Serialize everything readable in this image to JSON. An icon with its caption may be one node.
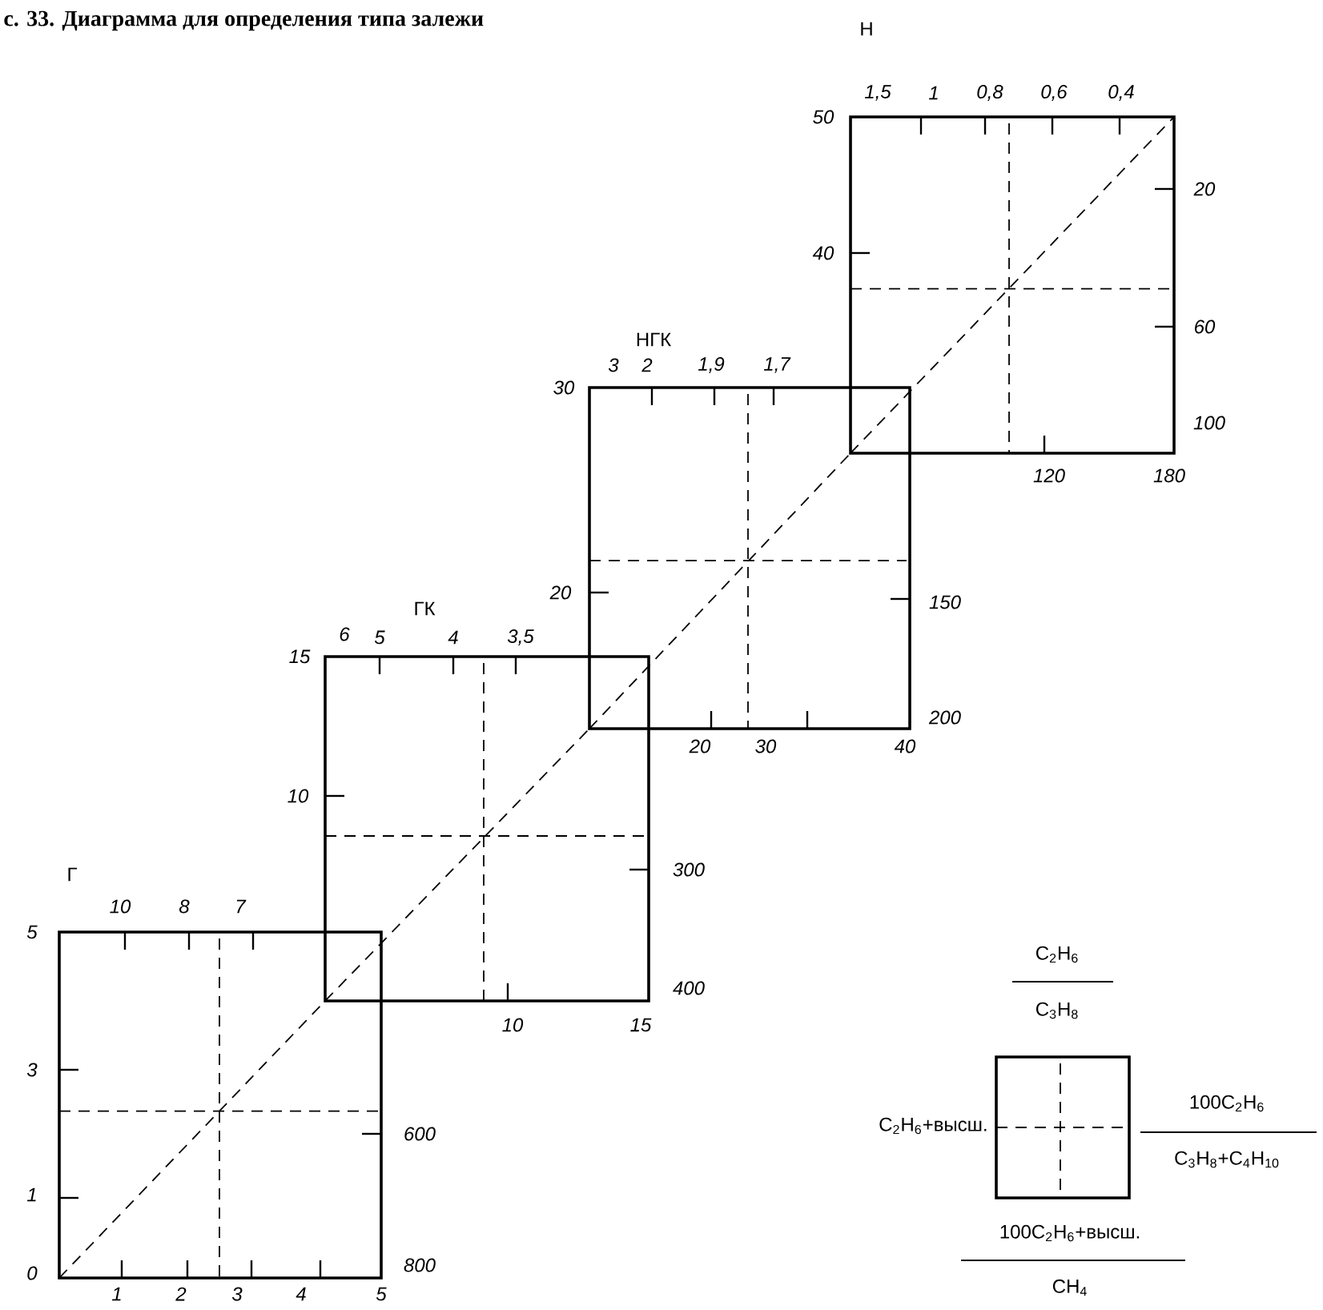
{
  "diagram": {
    "title": "с. 33. Диаграмма для определения типа залежи",
    "nodes": [
      {
        "text": [
          "Н"
        ],
        "beside": [
          "1,5",
          "1",
          "0,8",
          "0,6",
          "0,4",
          "50",
          "40",
          "20",
          "60",
          "100",
          "120",
          "180"
        ]
      },
      {
        "text": [
          "НГК"
        ],
        "beside": [
          "3",
          "2",
          "1,9",
          "1,7",
          "30",
          "20",
          "150",
          "200",
          "20",
          "30",
          "40"
        ]
      },
      {
        "text": [
          "ГК"
        ],
        "beside": [
          "6",
          "5",
          "4",
          "3,5",
          "15",
          "10",
          "300",
          "400",
          "10",
          "15"
        ]
      },
      {
        "text": [
          "Г"
        ],
        "beside": [
          "10",
          "8",
          "7",
          "5",
          "3",
          "1",
          "0",
          "600",
          "800",
          "1",
          "2",
          "3",
          "4",
          "5"
        ]
      },
      {
        "text": [],
        "shape": "box",
        "beside": [
          "C$_{2}$H$_{6}$",
          "C$_{3}$H$_{8}$",
          "C$_{2}$H$_{6}$+высш.",
          "100C$_{2}$H$_{6}$",
          "C$_{3}$H$_{8}$+C$_{4}$H$_{10}$",
          "100C$_{2}$H$_{6}$+высш.",
          "CH$_{4}$"
        ]
      }
    ]
  }
}
